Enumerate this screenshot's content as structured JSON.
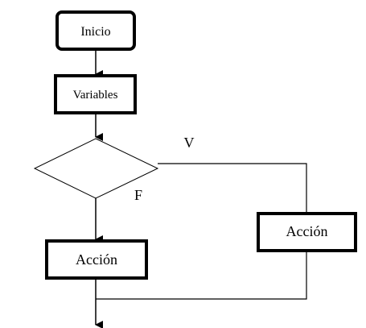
{
  "diagram": {
    "start": {
      "label": "Inicio"
    },
    "variables": {
      "label": "Variables"
    },
    "decision": {
      "label": ""
    },
    "true_label": "V",
    "false_label": "F",
    "action_false": {
      "label": "Acción"
    },
    "action_true": {
      "label": "Acción"
    }
  }
}
